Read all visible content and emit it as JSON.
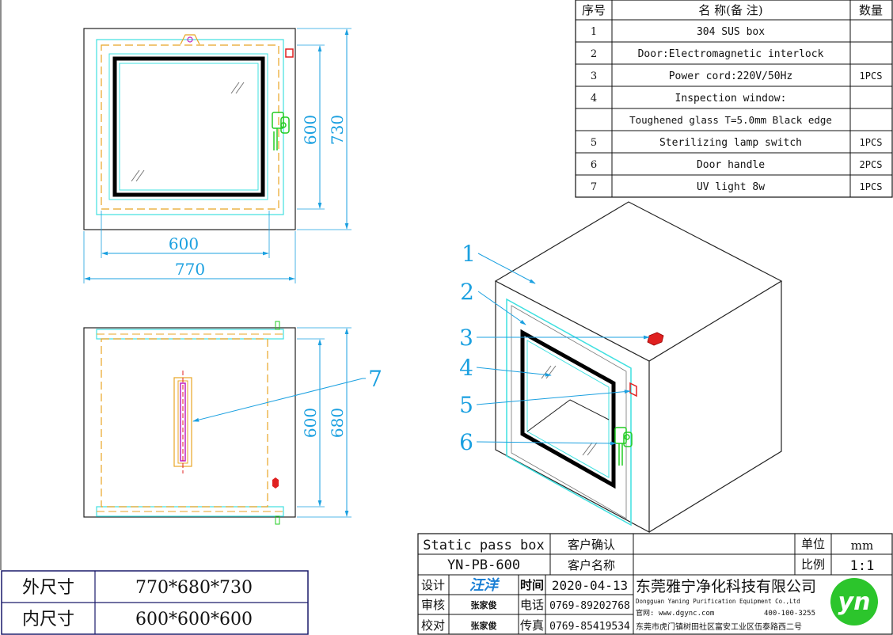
{
  "parts_table": {
    "headers": {
      "no": "序号",
      "name": "名 称(备 注)",
      "qty": "数量"
    },
    "rows": [
      {
        "no": "1",
        "name": "304 SUS box",
        "qty": ""
      },
      {
        "no": "2",
        "name": "Door:Electromagnetic interlock",
        "qty": ""
      },
      {
        "no": "3",
        "name": "Power cord:220V/50Hz",
        "qty": "1PCS"
      },
      {
        "no": "4",
        "name": "Inspection window:",
        "qty": ""
      },
      {
        "no": "",
        "name": "Toughened glass T=5.0mm Black edge",
        "qty": ""
      },
      {
        "no": "5",
        "name": "Sterilizing lamp switch",
        "qty": "1PCS"
      },
      {
        "no": "6",
        "name": "Door handle",
        "qty": "2PCS"
      },
      {
        "no": "7",
        "name": "UV light  8w",
        "qty": "1PCS"
      }
    ]
  },
  "front_view": {
    "dim_inner_w": "600",
    "dim_outer_w": "770",
    "dim_inner_h": "600",
    "dim_outer_h": "730"
  },
  "top_view": {
    "dim_inner": "600",
    "dim_outer": "680",
    "callout": "7"
  },
  "iso_view": {
    "callouts": [
      "1",
      "2",
      "3",
      "4",
      "5",
      "6"
    ]
  },
  "size_table": {
    "outer_label": "外尺寸",
    "outer_value": "770*680*730",
    "inner_label": "内尺寸",
    "inner_value": "600*600*600"
  },
  "title_block": {
    "product_name": "Static pass box",
    "model": "YN-PB-600",
    "customer_confirm": "客户确认",
    "customer_name": "客户名称",
    "unit_label": "单位",
    "unit_value": "mm",
    "scale_label": "比例",
    "scale_value": "1:1",
    "design_label": "设计",
    "design_sign": "汪洋",
    "review_label": "审核",
    "review_sign": "张家俊",
    "check_label": "校对",
    "check_sign": "张家俊",
    "time_label": "时间",
    "date": "2020-04-13",
    "phone_label": "电话",
    "phone": "0769-89202768",
    "fax_label": "传真",
    "fax": "0769-85419534",
    "company_cn": "东莞雅宁净化科技有限公司",
    "company_en": "Dongguan Yaning Purification Equipment Co.,Ltd",
    "website": "官网: www.dgync.com",
    "hotline": "400-100-3255",
    "address": "东莞市虎门镇树田社区富安工业区伍泰路西二号",
    "logo_text": "yn"
  }
}
